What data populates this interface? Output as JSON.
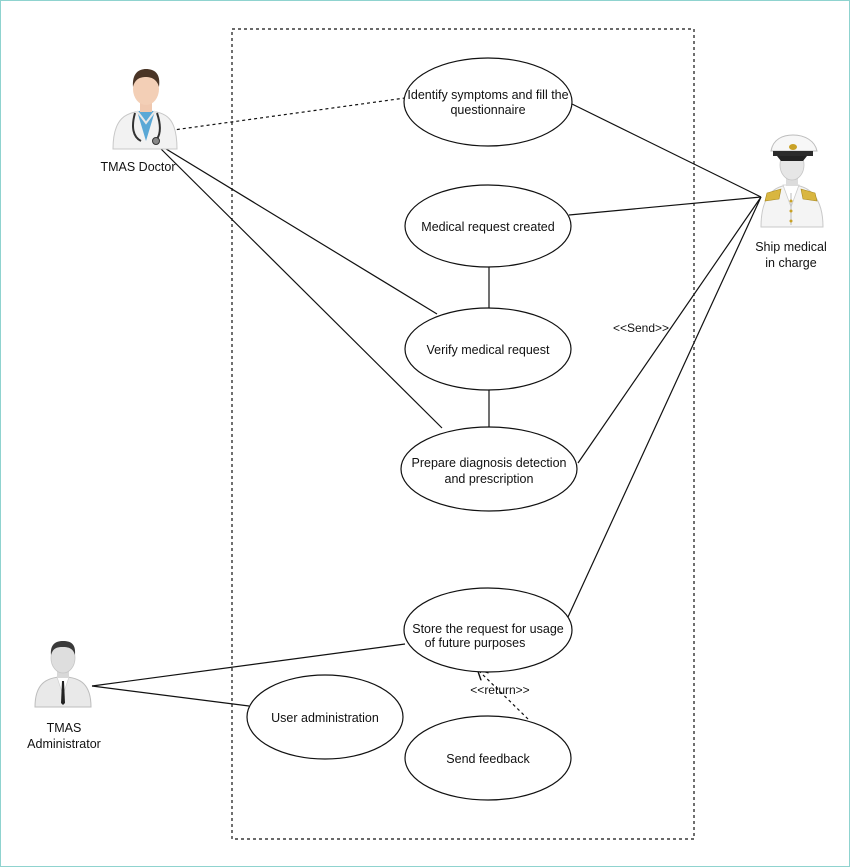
{
  "actors": {
    "doctor": {
      "label": "TMAS Doctor",
      "icon": "doctor-icon"
    },
    "ship_medical": {
      "label_lines": [
        "Ship medical",
        "in charge"
      ],
      "icon": "ship-officer-icon"
    },
    "administrator": {
      "label_lines": [
        "TMAS",
        "Administrator"
      ],
      "icon": "administrator-icon"
    }
  },
  "use_cases": {
    "identify": {
      "lines": [
        "Identify symptoms and fill the",
        "questionnaire"
      ]
    },
    "created": {
      "lines": [
        "Medical request created"
      ]
    },
    "verify": {
      "lines": [
        "Verify medical request"
      ]
    },
    "prepare": {
      "lines": [
        "Prepare diagnosis detection",
        "and prescription"
      ]
    },
    "store": {
      "lines": [
        "Store the request for usage",
        "of future purposes"
      ]
    },
    "user_admin": {
      "lines": [
        "User administration"
      ]
    },
    "feedback": {
      "lines": [
        "Send feedback"
      ]
    }
  },
  "stereotypes": {
    "send": "<<Send>>",
    "return": "<<return>>"
  }
}
